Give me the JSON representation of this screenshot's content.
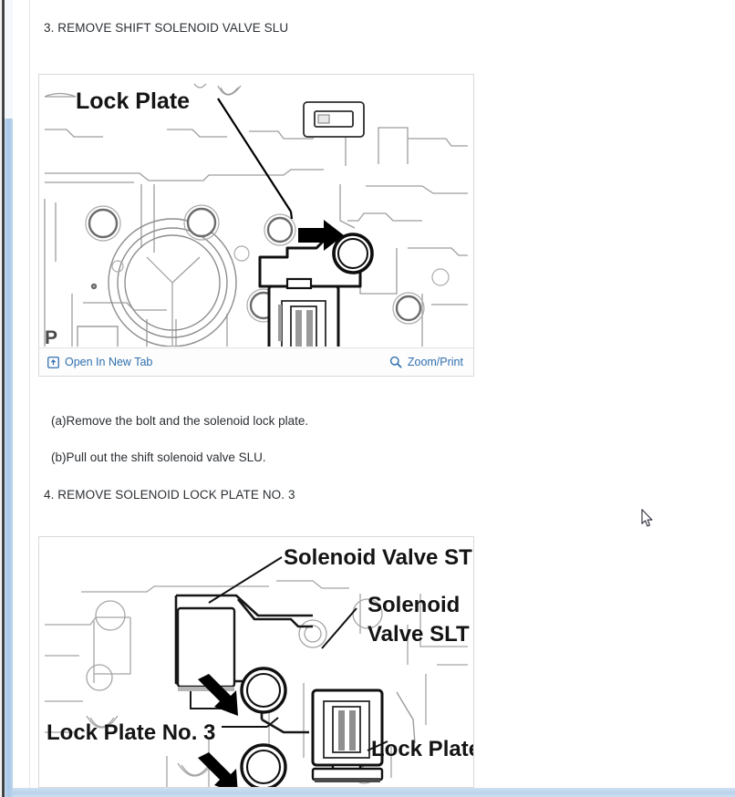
{
  "document": {
    "steps": [
      {
        "id": "step-3",
        "text": "3. REMOVE SHIFT SOLENOID VALVE SLU"
      },
      {
        "id": "step-4",
        "text": "4. REMOVE SOLENOID LOCK PLATE NO. 3"
      }
    ],
    "substeps": [
      {
        "id": "substep-a",
        "text": "(a)Remove the bolt and the solenoid lock plate."
      },
      {
        "id": "substep-b",
        "text": "(b)Pull out the shift solenoid valve SLU."
      }
    ]
  },
  "figures": [
    {
      "id": "figure-1",
      "toolbar": {
        "open_in_new_tab": "Open In New Tab",
        "zoom_print": "Zoom/Print",
        "open_icon": "open-in-new-tab-icon",
        "zoom_icon": "magnifier-icon"
      },
      "callouts": [
        {
          "id": "lock-plate",
          "text": "Lock Plate"
        },
        {
          "id": "corner-mark",
          "text": "P"
        }
      ]
    },
    {
      "id": "figure-2",
      "callouts": [
        {
          "id": "solenoid-valve-st",
          "text": "Solenoid Valve ST"
        },
        {
          "id": "solenoid-valve-slt-line1",
          "text": "Solenoid"
        },
        {
          "id": "solenoid-valve-slt-line2",
          "text": "Valve SLT"
        },
        {
          "id": "lock-plate-no-3",
          "text": "Lock Plate No. 3"
        },
        {
          "id": "lock-plate",
          "text": "Lock Plate"
        }
      ]
    }
  ],
  "colors": {
    "link": "#2f6fae",
    "text": "#2b2f33",
    "figure_border": "#d9d9d9",
    "scrollbar_thumb": "#a9c7e8",
    "diagram_line": "#1a1a1a",
    "diagram_light_line": "#9a9a9a",
    "page_background": "#ffffff"
  }
}
